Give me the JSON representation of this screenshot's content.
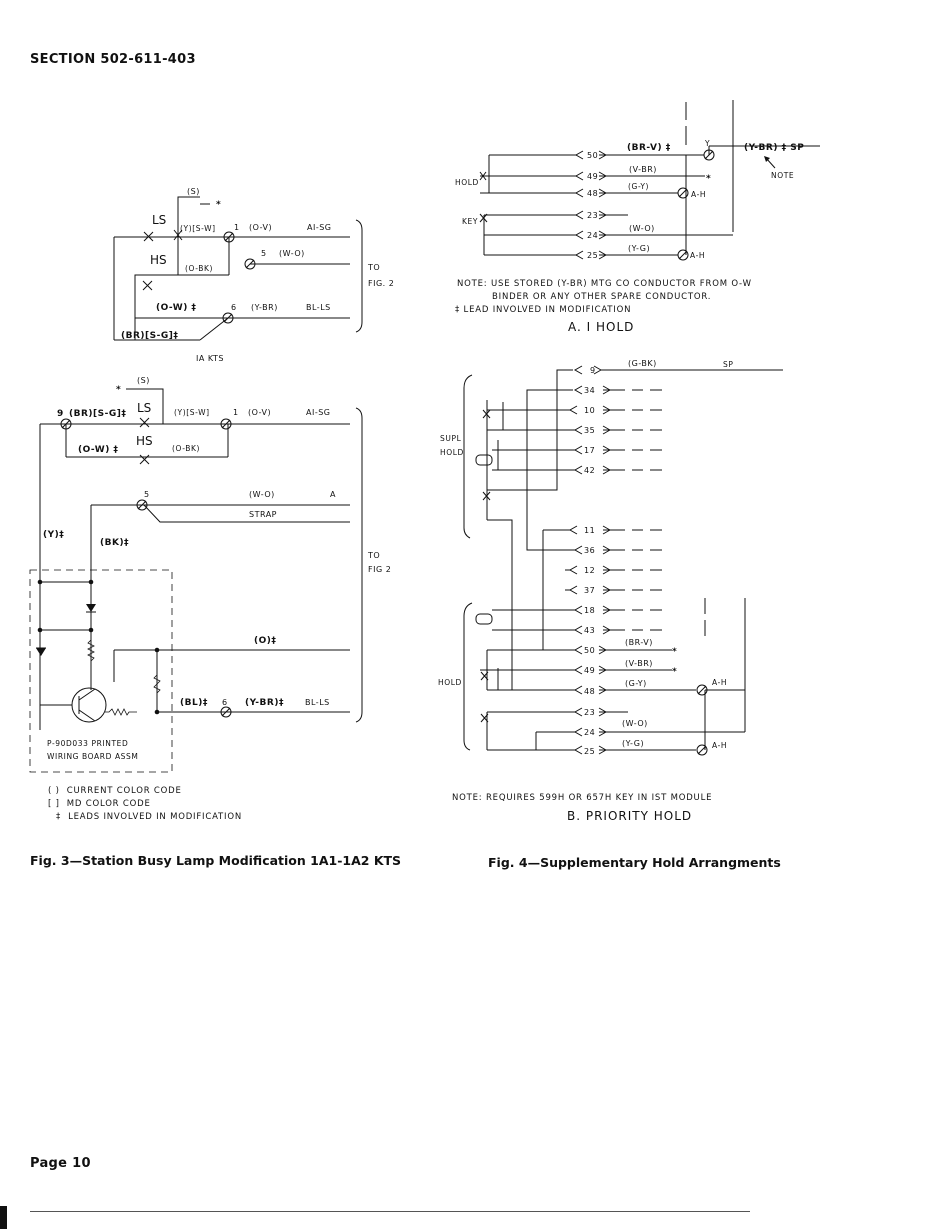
{
  "header": {
    "section": "SECTION 502-611-403"
  },
  "footer": {
    "page": "Page 10"
  },
  "fig3": {
    "caption": "Fig. 3—Station Busy Lamp Modification 1A1-1A2 KTS",
    "subtitle": "IA KTS",
    "top": {
      "s": "(S)",
      "star": "*",
      "ls": "LS",
      "hs": "HS",
      "ys_w": "(Y)[S-W]",
      "one": "1",
      "o_v": "(O-V)",
      "a1_sg": "AI-SG",
      "o_bk": "(O-BK)",
      "five": "5",
      "w_o": "(W-O)",
      "o_w": "(O-W) ‡",
      "six": "6",
      "y_br": "(Y-BR)",
      "bl_ls": "BL-LS",
      "br_sg": "(BR)[S-G]‡",
      "to": "TO",
      "fig2": "FIG. 2"
    },
    "bottom": {
      "star": "*",
      "s": "(S)",
      "nine": "9",
      "br_sg": "(BR)[S-G]‡",
      "ls": "LS",
      "hs": "HS",
      "ys_w": "(Y)[S-W]",
      "one": "1",
      "o_v": "(O-V)",
      "a1_sg": "AI-SG",
      "o_w": "(O-W) ‡",
      "o_bk": "(O-BK)",
      "five": "5",
      "w_o": "(W-O)",
      "a": "A",
      "strap": "STRAP",
      "y": "(Y)‡",
      "bk": "(BK)‡",
      "o": "(O)‡",
      "bl": "(BL)‡",
      "six": "6",
      "y_br": "(Y-BR)‡",
      "bl_ls": "BL-LS",
      "to": "TO",
      "fig2": "FIG 2",
      "board1": "P-90D033 PRINTED",
      "board2": "WIRING BOARD ASSM"
    },
    "legend": [
      {
        "sym": "( )",
        "text": "CURRENT COLOR CODE"
      },
      {
        "sym": "[ ]",
        "text": "MD COLOR CODE"
      },
      {
        "sym": "‡",
        "text": "LEADS INVOLVED IN MODIFICATION"
      }
    ]
  },
  "fig4": {
    "caption": "Fig. 4—Supplementary Hold Arrangments",
    "a": {
      "br_v": "(BR-V) ‡",
      "y": "Y",
      "y_br_sp": "(Y-BR) ‡ SP",
      "note_arrow": "NOTE",
      "hold": "HOLD",
      "key": "KEY",
      "v_br": "(V-BR)",
      "g_y": "(G-Y)",
      "star": "*",
      "ah": "A-H",
      "w_o": "(W-O)",
      "y_g": "(Y-G)",
      "pins": [
        "50",
        "49",
        "48",
        "23",
        "24",
        "25"
      ],
      "note1": "NOTE: USE STORED (Y-BR) MTG CO CONDUCTOR FROM O-W",
      "note2": "BINDER OR ANY OTHER SPARE CONDUCTOR.",
      "note3": "‡ LEAD INVOLVED IN MODIFICATION",
      "title": "A. I HOLD"
    },
    "b": {
      "g_bk": "(G-BK)",
      "sp": "SP",
      "pins": [
        "9",
        "34",
        "10",
        "35",
        "17",
        "42",
        "11",
        "36",
        "12",
        "37",
        "18",
        "43",
        "50",
        "49",
        "48",
        "23",
        "24",
        "25"
      ],
      "supl": "SUPL",
      "hold": "HOLD",
      "hold2": "HOLD",
      "br_v": "(BR-V)",
      "v_br": "(V-BR)",
      "g_y": "(G-Y)",
      "w_o": "(W-O)",
      "y_g": "(Y-G)",
      "star": "*",
      "ah": "A-H",
      "note": "NOTE: REQUIRES 599H OR 657H KEY IN IST MODULE",
      "title": "B. PRIORITY HOLD"
    }
  }
}
